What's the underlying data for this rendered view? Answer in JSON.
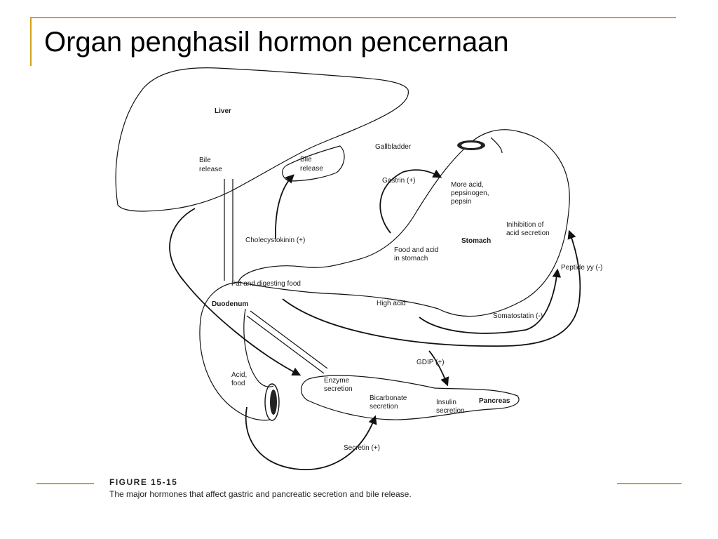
{
  "slide": {
    "title": "Organ penghasil hormon pencernaan"
  },
  "figure": {
    "number": "FIGURE 15-15",
    "caption": "The major hormones that affect gastric and pancreatic secretion and bile release."
  },
  "organs": {
    "liver": "Liver",
    "gallbladder": "Gallbladder",
    "stomach": "Stomach",
    "duodenum": "Duodenum",
    "pancreas": "Pancreas"
  },
  "labels": {
    "bile_release_liver": [
      "Bile",
      "release"
    ],
    "bile_release_gallbladder": [
      "Bile",
      "release"
    ],
    "more_acid": [
      "More acid,",
      "pepsinogen,",
      "pepsin"
    ],
    "inhibition": [
      "Inihibition of",
      "acid secretion"
    ],
    "food_acid_stomach": [
      "Food and acid",
      "in stomach"
    ],
    "fat_food": "Fat and digesting food",
    "high_acid": "High acid",
    "acid_food": [
      "Acid,",
      "food"
    ],
    "enzyme_secretion": [
      "Enzyme",
      "secretion"
    ],
    "bicarbonate_secretion": [
      "Bicarbonate",
      "secretion"
    ],
    "insulin_secretion": [
      "Insulin",
      "secretion"
    ]
  },
  "hormones": {
    "gastrin": "Gastrin (+)",
    "cholecystokinin": "Cholecystokinin (+)",
    "peptide_yy": "Peptide yy (-)",
    "somatostatin": "Somatostatin (-)",
    "gdip": "GDIP (+)",
    "secretin": "Secretin (+)"
  },
  "colors": {
    "accent_rule": "#d4a017",
    "line": "#111111"
  }
}
